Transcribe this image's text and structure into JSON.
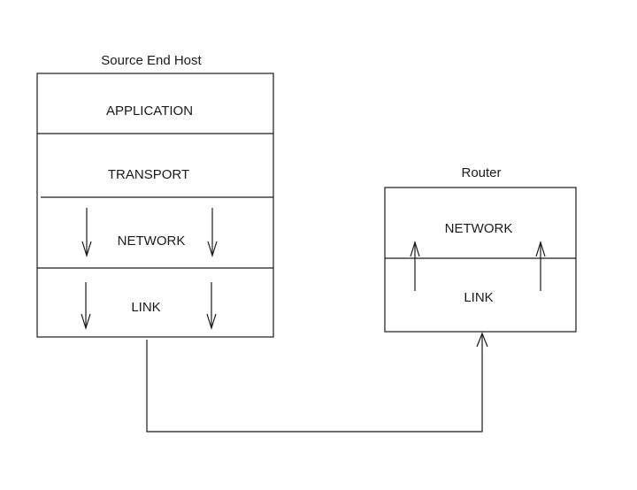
{
  "source_host": {
    "title": "Source End Host",
    "layers": [
      "APPLICATION",
      "TRANSPORT",
      "NETWORK",
      "LINK"
    ]
  },
  "router": {
    "title": "Router",
    "layers": [
      "NETWORK",
      "LINK"
    ]
  }
}
